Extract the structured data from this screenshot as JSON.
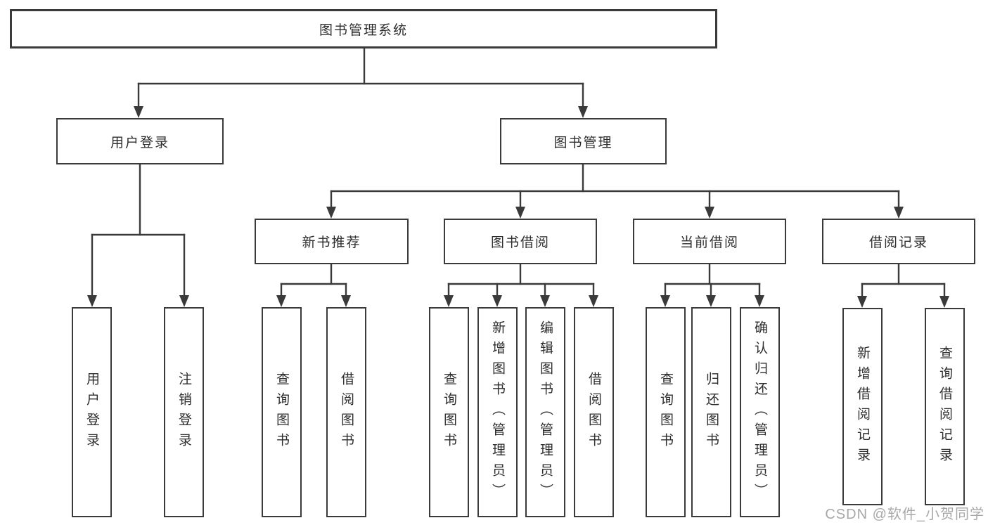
{
  "diagram": {
    "title": "图书管理系统",
    "watermark": "CSDN @软件_小贺同学",
    "colors": {
      "line": "#3a3a3a",
      "box_border": "#3a3a3a",
      "text": "#2d2d2d",
      "watermark": "#a8a8a8",
      "background": "#ffffff"
    },
    "nodes": {
      "root": {
        "label": "图书管理系统"
      },
      "user_login": {
        "label": "用户登录"
      },
      "book_mgmt": {
        "label": "图书管理"
      },
      "new_book_rec": {
        "label": "新书推荐"
      },
      "book_borrow": {
        "label": "图书借阅"
      },
      "current_borrow": {
        "label": "当前借阅"
      },
      "borrow_record": {
        "label": "借阅记录"
      },
      "leaf_user_login": {
        "label": "用户登录"
      },
      "leaf_logout": {
        "label": "注销登录"
      },
      "leaf_query_book_1": {
        "label": "查询图书"
      },
      "leaf_borrow_book_1": {
        "label": "借阅图书"
      },
      "leaf_query_book_2": {
        "label": "查询图书"
      },
      "leaf_add_book": {
        "label": "新增图书（管理员）"
      },
      "leaf_edit_book": {
        "label": "编辑图书（管理员）"
      },
      "leaf_borrow_book_2": {
        "label": "借阅图书"
      },
      "leaf_query_book_3": {
        "label": "查询图书"
      },
      "leaf_return_book": {
        "label": "归还图书"
      },
      "leaf_confirm_return": {
        "label": "确认归还（管理员）"
      },
      "leaf_add_record": {
        "label": "新增借阅记录"
      },
      "leaf_query_record": {
        "label": "查询借阅记录"
      }
    },
    "edges": [
      [
        "root",
        "user_login"
      ],
      [
        "root",
        "book_mgmt"
      ],
      [
        "user_login",
        "leaf_user_login"
      ],
      [
        "user_login",
        "leaf_logout"
      ],
      [
        "book_mgmt",
        "new_book_rec"
      ],
      [
        "book_mgmt",
        "book_borrow"
      ],
      [
        "book_mgmt",
        "current_borrow"
      ],
      [
        "book_mgmt",
        "borrow_record"
      ],
      [
        "new_book_rec",
        "leaf_query_book_1"
      ],
      [
        "new_book_rec",
        "leaf_borrow_book_1"
      ],
      [
        "book_borrow",
        "leaf_query_book_2"
      ],
      [
        "book_borrow",
        "leaf_add_book"
      ],
      [
        "book_borrow",
        "leaf_edit_book"
      ],
      [
        "book_borrow",
        "leaf_borrow_book_2"
      ],
      [
        "current_borrow",
        "leaf_query_book_3"
      ],
      [
        "current_borrow",
        "leaf_return_book"
      ],
      [
        "current_borrow",
        "leaf_confirm_return"
      ],
      [
        "borrow_record",
        "leaf_add_record"
      ],
      [
        "borrow_record",
        "leaf_query_record"
      ]
    ]
  }
}
